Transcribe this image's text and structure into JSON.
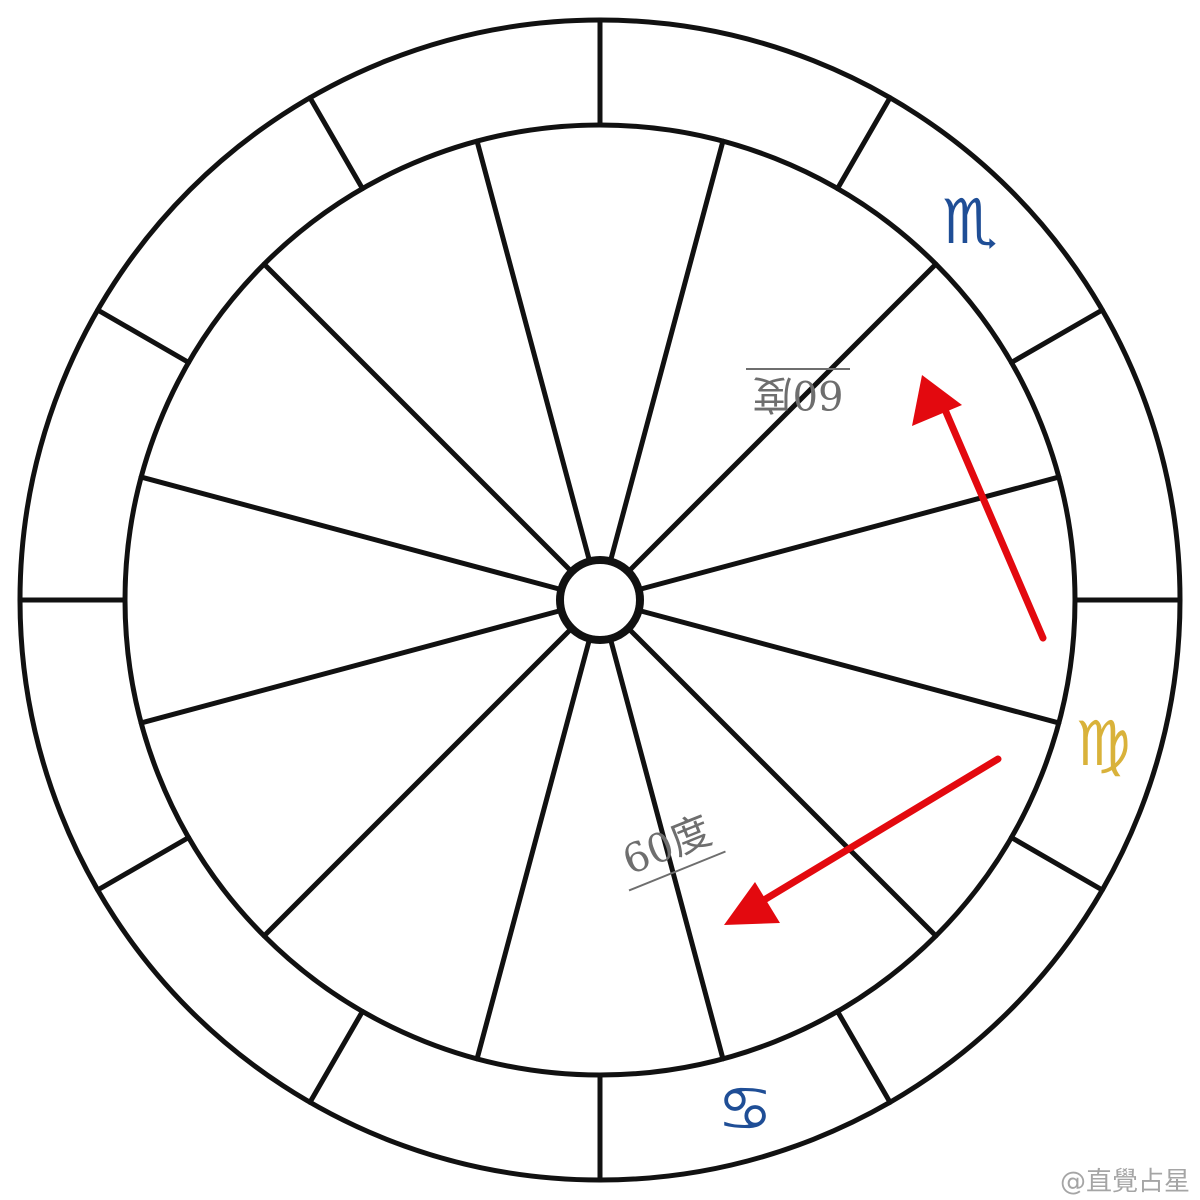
{
  "colors": {
    "lines": "#111111",
    "arrow": "#e3090f",
    "angle_label": "#6e6e6e",
    "scorpio": "#1f4e96",
    "virgo": "#d9b23a",
    "cancer": "#1f4e96",
    "watermark": "#a5a5a5"
  },
  "signs": {
    "scorpio": {
      "glyph": "♏",
      "icon": "scorpio-icon"
    },
    "virgo": {
      "glyph": "♍",
      "icon": "virgo-icon"
    },
    "cancer": {
      "glyph": "♋",
      "icon": "cancer-icon"
    }
  },
  "angles": {
    "upper_label": "60度",
    "lower_label": "60度"
  },
  "watermark": "@直覺占星"
}
